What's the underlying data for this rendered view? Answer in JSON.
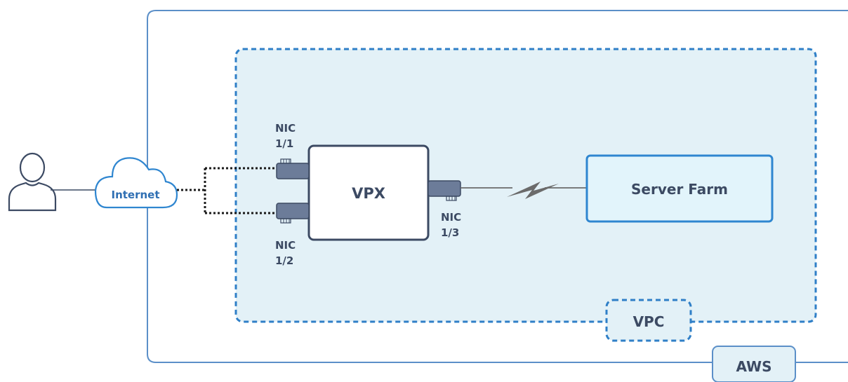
{
  "nodes": {
    "user": {
      "icon": "user-icon"
    },
    "internet": {
      "label": "Internet",
      "icon": "cloud-icon"
    },
    "vpx": {
      "label": "VPX"
    },
    "server_farm": {
      "label": "Server Farm"
    }
  },
  "nics": {
    "nic_1_1": {
      "line1": "NIC",
      "line2": "1/1"
    },
    "nic_1_2": {
      "line1": "NIC",
      "line2": "1/2"
    },
    "nic_1_3": {
      "line1": "NIC",
      "line2": "1/3"
    }
  },
  "containers": {
    "vpc": {
      "label": "VPC"
    },
    "aws": {
      "label": "AWS"
    }
  },
  "colors": {
    "aws_border": "#5b8fc8",
    "vpc_fill": "#e3f1f7",
    "vpc_border": "#2f7fc7",
    "node_border": "#3c4a63",
    "server_farm_fill": "#e2f4fb",
    "server_farm_border": "#2f86d0",
    "port_fill": "#6c7c99",
    "text": "#3c4a63"
  }
}
